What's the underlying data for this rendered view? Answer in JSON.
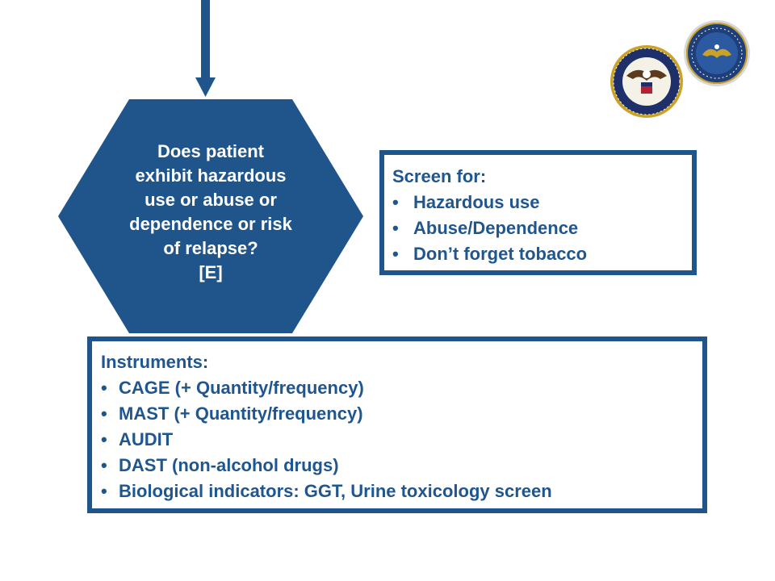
{
  "colors": {
    "primary": "#20558b",
    "text_blue": "#1f5690",
    "white": "#ffffff"
  },
  "decision": {
    "lines": [
      "Does patient",
      "exhibit hazardous",
      "use or abuse or",
      "dependence or risk",
      "of relapse?",
      "[E]"
    ]
  },
  "screen_box": {
    "title": "Screen for:",
    "items": [
      "Hazardous use",
      "Abuse/Dependence",
      "Don’t forget tobacco"
    ]
  },
  "instruments_box": {
    "title": "Instruments:",
    "items": [
      "CAGE (+ Quantity/frequency)",
      "MAST (+ Quantity/frequency)",
      "AUDIT",
      "DAST (non-alcohol drugs)",
      "Biological indicators: GGT, Urine toxicology screen"
    ]
  },
  "logos": {
    "va_seal": "va-seal-icon",
    "dod_seal": "dod-seal-icon"
  },
  "bullet_glyph": "•"
}
